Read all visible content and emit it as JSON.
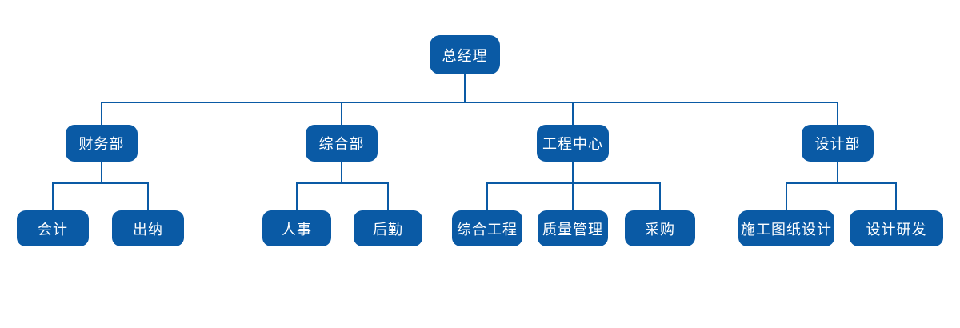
{
  "org": {
    "root": {
      "label": "总经理"
    },
    "departments": [
      {
        "label": "财务部",
        "children": [
          {
            "label": "会计"
          },
          {
            "label": "出纳"
          }
        ]
      },
      {
        "label": "综合部",
        "children": [
          {
            "label": "人事"
          },
          {
            "label": "后勤"
          }
        ]
      },
      {
        "label": "工程中心",
        "children": [
          {
            "label": "综合工程"
          },
          {
            "label": "质量管理"
          },
          {
            "label": "采购"
          }
        ]
      },
      {
        "label": "设计部",
        "children": [
          {
            "label": "施工图纸设计"
          },
          {
            "label": "设计研发"
          }
        ]
      }
    ],
    "colors": {
      "node_fill": "#0a5aa5",
      "connector": "#0a5aa5",
      "text": "#ffffff",
      "background": "#ffffff"
    }
  }
}
